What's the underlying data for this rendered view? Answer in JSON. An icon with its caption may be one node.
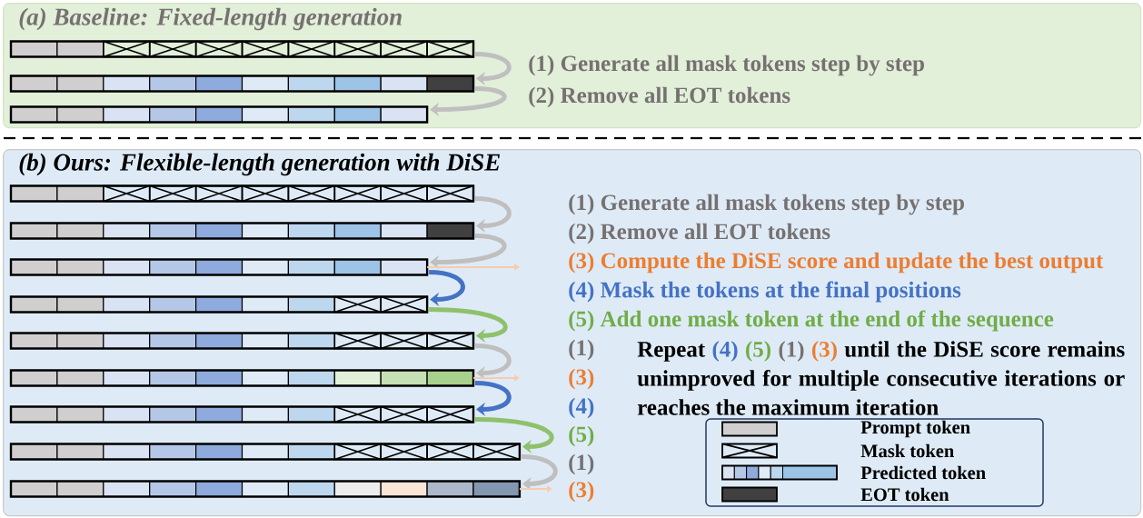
{
  "diagram": {
    "nodes": [
      {
        "text": [
          "(a) Baseline: Fixed-length generation"
        ]
      },
      {
        "text": [],
        "shape": "bar",
        "in": 0
      },
      {
        "text": [],
        "shape": "bar",
        "in": 0
      },
      {
        "text": [],
        "shape": "bar",
        "in": 0
      },
      {
        "text": [
          "(b) Ours: Flexible-length generation with DiSE"
        ]
      },
      {
        "text": [],
        "shape": "bar",
        "in": 4
      },
      {
        "text": [],
        "shape": "bar",
        "in": 4
      },
      {
        "text": [],
        "shape": "bar",
        "in": 4
      },
      {
        "text": [],
        "shape": "bar",
        "in": 4
      },
      {
        "text": [],
        "shape": "bar",
        "in": 4
      },
      {
        "text": [],
        "shape": "bar",
        "in": 4
      },
      {
        "text": [],
        "shape": "bar",
        "in": 4
      },
      {
        "text": [],
        "shape": "bar",
        "in": 4
      },
      {
        "text": [],
        "shape": "bar",
        "in": 4
      }
    ],
    "edges": [
      {
        "from": 1,
        "to": 2,
        "arrow": "to"
      },
      {
        "from": 2,
        "to": 3,
        "arrow": "to"
      },
      {
        "from": 5,
        "to": 6,
        "arrow": "to"
      },
      {
        "from": 6,
        "to": 7,
        "arrow": "to"
      },
      {
        "from": 7,
        "to": null,
        "arrow": "to",
        "color": "#f8cbad"
      },
      {
        "from": 7,
        "to": 8,
        "arrow": "to",
        "color": "#4472c4"
      },
      {
        "from": 8,
        "to": 9,
        "arrow": "to",
        "color": "#8fc16b"
      },
      {
        "from": 9,
        "to": 10,
        "arrow": "to"
      },
      {
        "from": 10,
        "to": null,
        "arrow": "to",
        "color": "#f8cbad"
      },
      {
        "from": 10,
        "to": 11,
        "arrow": "to",
        "color": "#4472c4"
      },
      {
        "from": 11,
        "to": 12,
        "arrow": "to",
        "color": "#8fc16b"
      },
      {
        "from": 12,
        "to": 13,
        "arrow": "to"
      },
      {
        "from": 13,
        "to": null,
        "arrow": "to",
        "color": "#f8cbad"
      }
    ],
    "labels": [
      "(1) Generate all mask tokens step by step",
      "(2) Remove all EOT tokens",
      "(1) Generate all mask tokens step by step",
      "(2) Remove all EOT tokens",
      "(3) Compute the DiSE score and update the best output",
      "(4) Mask the tokens at the final positions",
      "(5) Add one mask token at the end of the sequence",
      "(1)",
      "Repeat (4) (5) (1) (3) until the DiSE score remains unimproved for multiple consecutive iterations or reaches the maximum iteration",
      "(3)",
      "(4)",
      "(5)",
      "(1)",
      "(3)"
    ],
    "legend": [
      {
        "text": "Prompt token",
        "color": "#d0cece"
      },
      {
        "text": "Mask token"
      },
      {
        "text": "Predicted token"
      },
      {
        "text": "EOT token",
        "color": "#404040"
      }
    ]
  }
}
